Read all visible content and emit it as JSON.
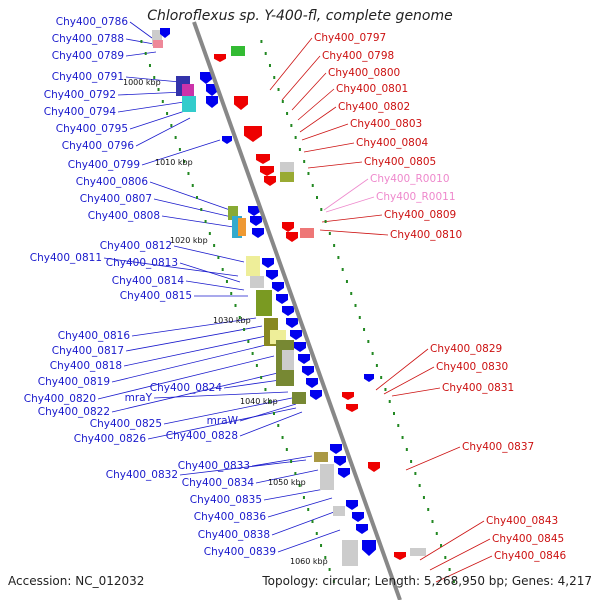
{
  "title": "Chloroflexus sp. Y-400-fl, complete genome",
  "accession": "Accession: NC_012032",
  "topology": "Topology: circular; Length: 5,268,950 bp; Genes: 4,217",
  "colors": {
    "plus_strand": "#0000ee",
    "minus_strand": "#ee0000",
    "rna": "#ee88cc",
    "axis": "#888888",
    "tick": "#228822"
  },
  "scale_labels": [
    "1000 kbp",
    "1010 kbp",
    "1020 kbp",
    "1030 kbp",
    "1040 kbp",
    "1050 kbp",
    "1060 kbp"
  ],
  "left_genes": [
    "Chy400_0786",
    "Chy400_0788",
    "Chy400_0789",
    "Chy400_0791",
    "Chy400_0792",
    "Chy400_0794",
    "Chy400_0795",
    "Chy400_0796",
    "Chy400_0799",
    "Chy400_0806",
    "Chy400_0807",
    "Chy400_0808",
    "Chy400_0812",
    "Chy400_0811",
    "Chy400_0813",
    "Chy400_0814",
    "Chy400_0815",
    "Chy400_0816",
    "Chy400_0817",
    "Chy400_0818",
    "Chy400_0819",
    "Chy400_0824",
    "Chy400_0820",
    "mraY",
    "Chy400_0822",
    "mraW",
    "Chy400_0825",
    "Chy400_0828",
    "Chy400_0826",
    "Chy400_0833",
    "Chy400_0832",
    "Chy400_0834",
    "Chy400_0835",
    "Chy400_0836",
    "Chy400_0838",
    "Chy400_0839"
  ],
  "right_genes": [
    "Chy400_0797",
    "Chy400_0798",
    "Chy400_0800",
    "Chy400_0801",
    "Chy400_0802",
    "Chy400_0803",
    "Chy400_0804",
    "Chy400_0805",
    "Chy400_R0010",
    "Chy400_R0011",
    "Chy400_0809",
    "Chy400_0810",
    "Chy400_0829",
    "Chy400_0830",
    "Chy400_0831",
    "Chy400_0837",
    "Chy400_0843",
    "Chy400_0845",
    "Chy400_0846"
  ]
}
